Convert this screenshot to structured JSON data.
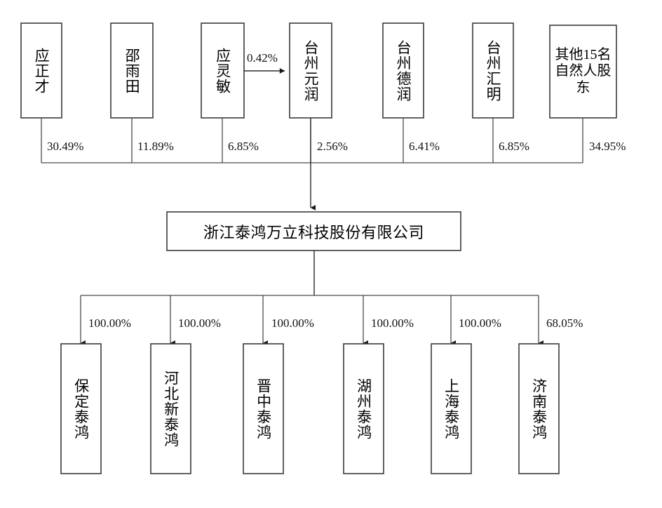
{
  "diagram": {
    "type": "ownership-structure-chart",
    "title_company": "浙江泰鸿万立科技股份有限公司",
    "shareholders": [
      {
        "name": "应正才",
        "pct": "30.49%",
        "orientation": "vertical"
      },
      {
        "name": "邵雨田",
        "pct": "11.89%",
        "orientation": "vertical"
      },
      {
        "name": "应灵敏",
        "pct": "6.85%",
        "orientation": "vertical"
      },
      {
        "name": "台州元润",
        "pct": "2.56%",
        "orientation": "vertical"
      },
      {
        "name": "台州德润",
        "pct": "6.41%",
        "orientation": "vertical"
      },
      {
        "name": "台州汇明",
        "pct": "6.85%",
        "orientation": "vertical"
      },
      {
        "name": "其他15名自然人股东",
        "pct": "34.95%",
        "orientation": "wrap"
      }
    ],
    "cross_holding": {
      "from": "应灵敏",
      "to": "台州元润",
      "pct": "0.42%"
    },
    "subsidiaries": [
      {
        "name": "保定泰鸿",
        "pct": "100.00%"
      },
      {
        "name": "河北新泰鸿",
        "pct": "100.00%"
      },
      {
        "name": "晋中泰鸿",
        "pct": "100.00%"
      },
      {
        "name": "湖州泰鸿",
        "pct": "100.00%"
      },
      {
        "name": "上海泰鸿",
        "pct": "100.00%"
      },
      {
        "name": "济南泰鸿",
        "pct": "68.05%"
      }
    ],
    "colors": {
      "box_stroke": "#3a3a3a",
      "line": "#4a4a4a",
      "text": "#000000",
      "background": "#ffffff"
    }
  }
}
